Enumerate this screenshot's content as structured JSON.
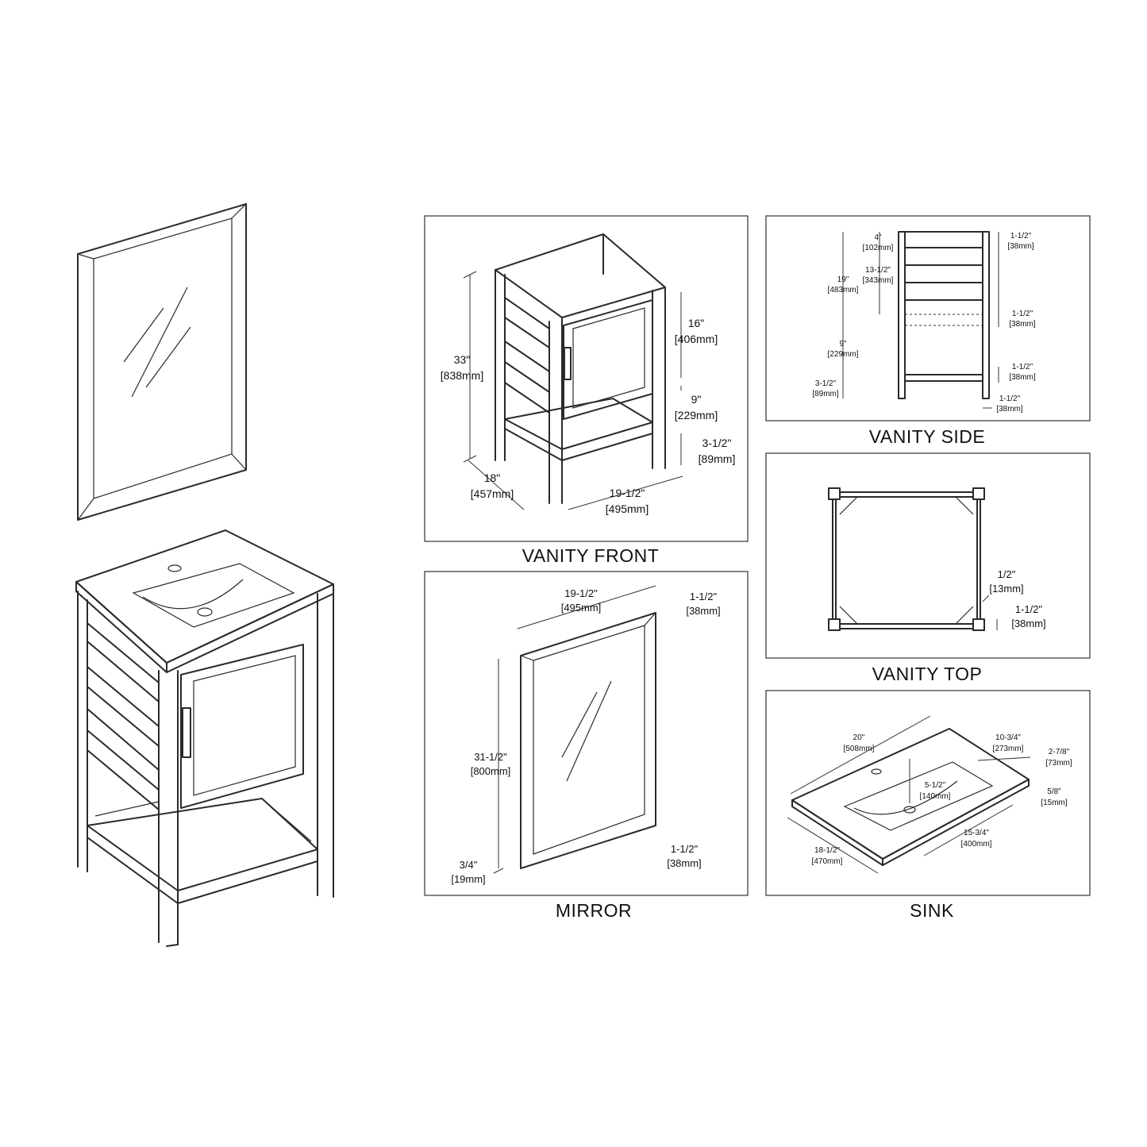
{
  "captions": {
    "front": "VANITY FRONT",
    "side": "VANITY SIDE",
    "top": "VANITY TOP",
    "mirror": "MIRROR",
    "sink": "SINK"
  },
  "front": {
    "height": "33\"",
    "height_mm": "[838mm]",
    "depth": "18\"",
    "depth_mm": "[457mm]",
    "width": "19-1/2\"",
    "width_mm": "[495mm]",
    "door": "16\"",
    "door_mm": "[406mm]",
    "open": "9\"",
    "open_mm": "[229mm]",
    "base": "3-1/2\"",
    "base_mm": "[89mm]"
  },
  "side": {
    "a": "4\"",
    "a_mm": "[102mm]",
    "b": "13-1/2\"",
    "b_mm": "[343mm]",
    "c": "19\"",
    "c_mm": "[483mm]",
    "d": "9\"",
    "d_mm": "[229mm]",
    "e": "3-1/2\"",
    "e_mm": "[89mm]",
    "r1": "1-1/2\"",
    "r1_mm": "[38mm]",
    "r2": "1-1/2\"",
    "r2_mm": "[38mm]",
    "r3": "1-1/2\"",
    "r3_mm": "[38mm]",
    "r4": "1-1/2\"",
    "r4_mm": "[38mm]"
  },
  "top": {
    "a": "1/2\"",
    "a_mm": "[13mm]",
    "b": "1-1/2\"",
    "b_mm": "[38mm]"
  },
  "mirror": {
    "width": "19-1/2\"",
    "width_mm": "[495mm]",
    "frame": "1-1/2\"",
    "frame_mm": "[38mm]",
    "height": "31-1/2\"",
    "height_mm": "[800mm]",
    "depth": "3/4\"",
    "depth_mm": "[19mm]",
    "frame2": "1-1/2\"",
    "frame2_mm": "[38mm]"
  },
  "sink": {
    "width": "20\"",
    "width_mm": "[508mm]",
    "bowl_depth": "10-3/4\"",
    "bowl_depth_mm": "[273mm]",
    "height": "2-7/8\"",
    "height_mm": "[73mm]",
    "inner": "5-1/2\"",
    "inner_mm": "[140mm]",
    "lip": "5/8\"",
    "lip_mm": "[15mm]",
    "bowl_w": "15-3/4\"",
    "bowl_w_mm": "[400mm]",
    "depth": "18-1/2\"",
    "depth_mm": "[470mm]"
  }
}
